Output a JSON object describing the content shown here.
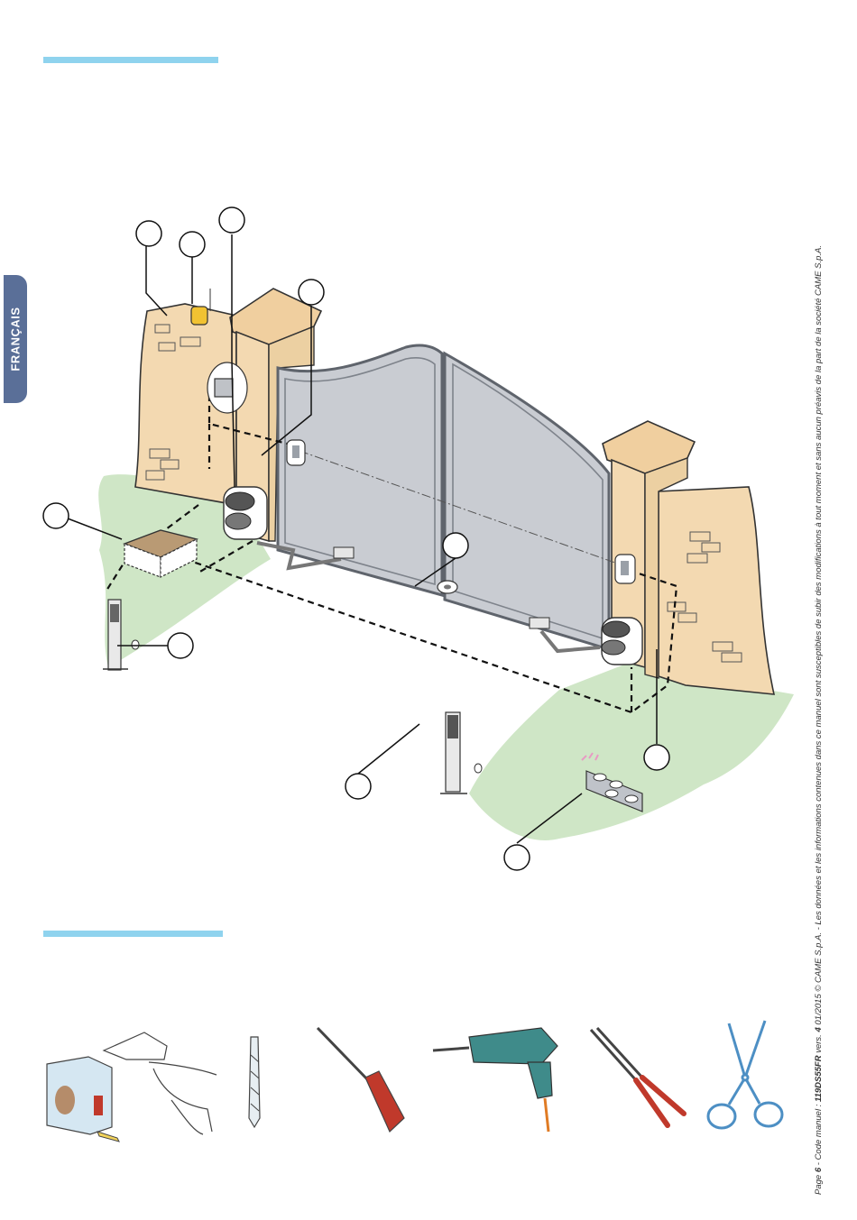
{
  "page": {
    "language_tab": "FRANÇAIS",
    "footer": {
      "page_label": "Page",
      "page_number": "6",
      "code_label": "- Code manuel :",
      "code": "119DS55FR",
      "version_label": "vers.",
      "version": "4",
      "date": "01/2015",
      "copyright": "© CAME S.p.A.",
      "notice": "- Les données et les informations contenues dans ce manuel sont susceptibles de subir des modifications à tout moment et sans aucun préavis de la part de la société CAME S.p.A."
    }
  },
  "colors": {
    "rule": "#8fd3ee",
    "tab": "#5a6f98",
    "stone": "#f3d9b1",
    "grass": "#cfe6c6",
    "gate": "#c9ccd2",
    "gate_frame": "#8e939b"
  },
  "illustrations": {
    "gate_installation": [
      "callout-1",
      "callout-2",
      "callout-3",
      "callout-4",
      "callout-5",
      "callout-6",
      "callout-7",
      "callout-8",
      "callout-9",
      "callout-10"
    ],
    "tools": [
      "tape-measure-icon",
      "welder-icon",
      "drill-bit-icon",
      "screwdriver-icon",
      "power-drill-icon",
      "pliers-icon",
      "scissors-icon"
    ]
  }
}
